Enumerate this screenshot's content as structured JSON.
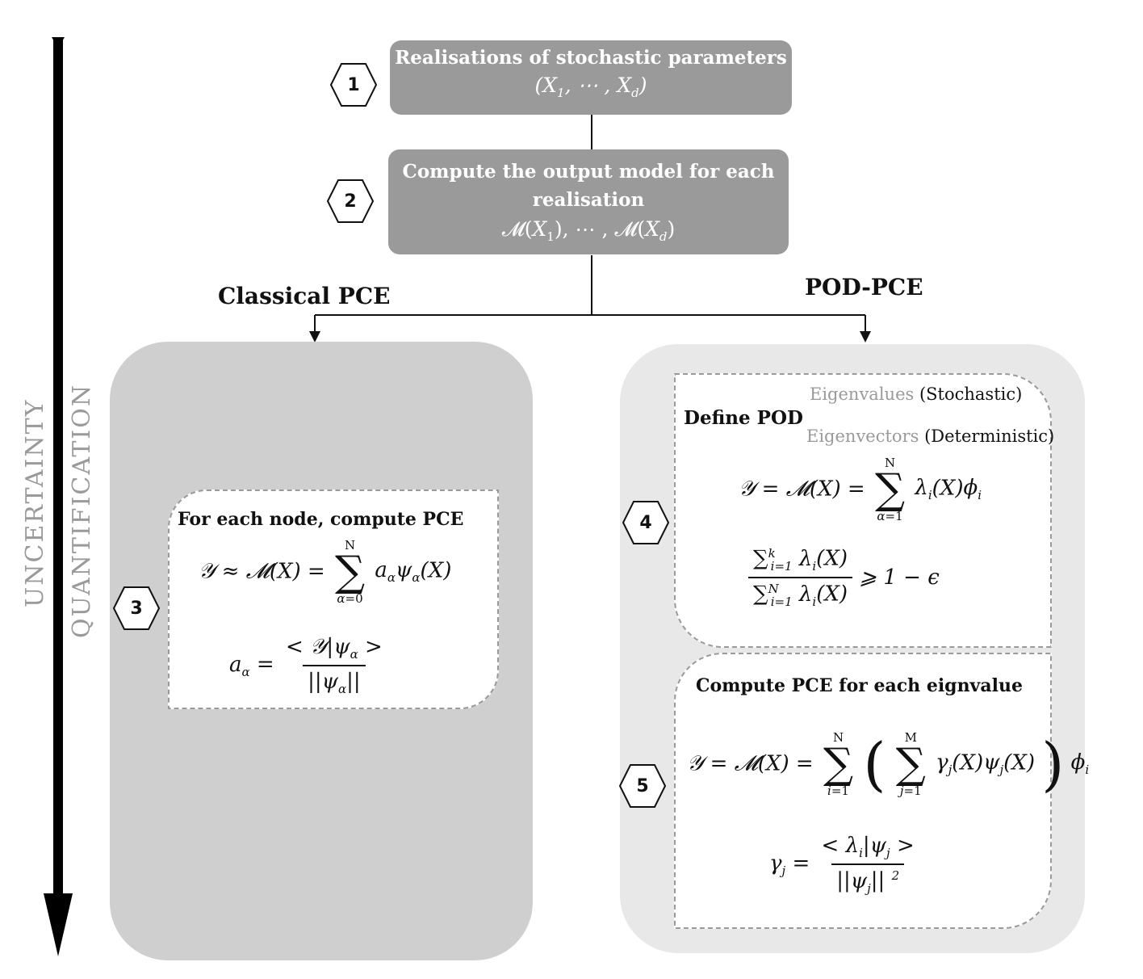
{
  "side_labels": {
    "uncertainty": "UNCERTAINTY",
    "quantification": "QUANTIFICATION"
  },
  "steps": [
    {
      "number": "1",
      "title": "Realisations of stochastic parameters",
      "formula": "(X₁, ⋯ , X_d)"
    },
    {
      "number": "2",
      "title_line1": "Compute the output model for each",
      "title_line2": "realisation",
      "formula": "𝓜(X₁), ⋯ , 𝓜(X_d)"
    },
    {
      "number": "3"
    },
    {
      "number": "4"
    },
    {
      "number": "5"
    }
  ],
  "branches": {
    "left": "Classical PCE",
    "right": "POD-PCE"
  },
  "classical": {
    "title": "For each node, compute PCE",
    "sum_upper": "N",
    "sum_lower": "α=0",
    "eq1_lhs": "𝒴 ≈ 𝓜(X) =",
    "eq1_rhs": "a_α ψ_α(X)",
    "eq2_lhs": "a_α =",
    "eq2_num": "< 𝒴|ψ_α >",
    "eq2_den": "||ψ_α||"
  },
  "pod": {
    "eigenvalues_grey": "Eigenvalues",
    "eigenvalues_note": "(Stochastic)",
    "define": "Define POD",
    "eigenvectors_grey": "Eigenvectors",
    "eigenvectors_note": "(Deterministic)",
    "sum_upper": "N",
    "sum_lower": "α=1",
    "eq1_lhs": "𝒴 = 𝓜(X) =",
    "eq1_rhs": "λ_i(X)ϕ_i",
    "ratio_num": "Σ^k_{i=1} λ_i(X)",
    "ratio_den": "Σ^N_{i=1} λ_i(X)",
    "ratio_rhs": "⩾ 1 − ϵ"
  },
  "pce_eig": {
    "title": "Compute PCE for each eignvalue",
    "eq1_lhs": "𝒴 = 𝓜(X) =",
    "outer_upper": "N",
    "outer_lower": "i=1",
    "inner_upper": "M",
    "inner_lower": "j=1",
    "inner_term": "γ_j(X)ψ_j(X)",
    "outer_tail": "ϕ_i",
    "eq2_lhs": "γ_j =",
    "eq2_num": "< λ_i|ψ_j >",
    "eq2_den": "||ψ_j|| ²"
  },
  "colors": {
    "dark_box": "#9a9a9a",
    "left_panel": "#cfcfcf",
    "right_panel": "#e8e8e8",
    "grey_text": "#9a9a9a"
  }
}
